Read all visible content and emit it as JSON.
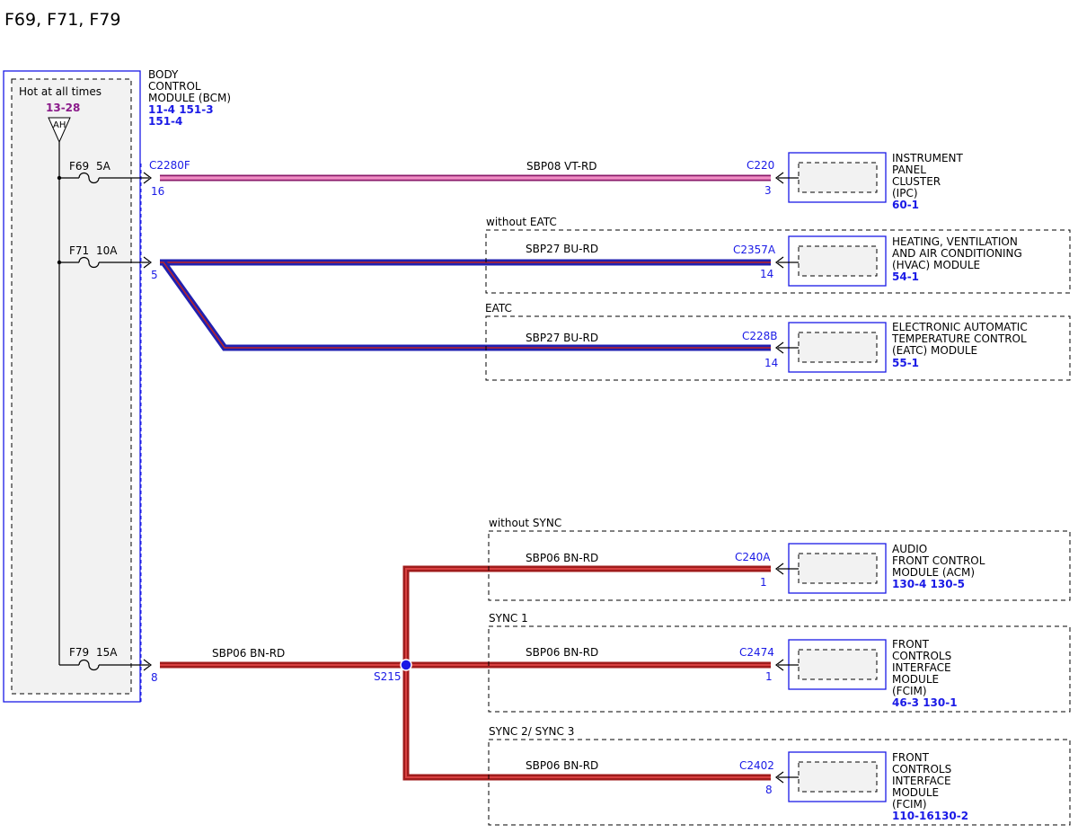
{
  "title": "F69, F71, F79",
  "bcm": {
    "name_lines": [
      "BODY",
      "CONTROL",
      "MODULE (BCM)"
    ],
    "ref_line1": "11-4  151-3",
    "ref_line2": "151-4",
    "hot_label": "Hot at all times",
    "hot_ref": "13-28",
    "bus_tag": "AH"
  },
  "fuses": [
    {
      "id": "F69",
      "rating": "5A"
    },
    {
      "id": "F71",
      "rating": "10A"
    },
    {
      "id": "F79",
      "rating": "15A"
    }
  ],
  "bcm_connector": "C2280F",
  "bcm_pins": {
    "f69": "16",
    "f71": "5",
    "f79": "8"
  },
  "wires": {
    "ipc": "SBP08  VT-RD",
    "hvac": "SBP27  BU-RD",
    "eatc": "SBP27  BU-RD",
    "main79": "SBP06  BN-RD",
    "acm": "SBP06  BN-RD",
    "fcim1": "SBP06  BN-RD",
    "fcim2": "SBP06  BN-RD"
  },
  "splice": "S215",
  "groups": {
    "hvac": "without EATC",
    "eatc": "EATC",
    "acm": "without SYNC",
    "fcim1": "SYNC 1",
    "fcim2": "SYNC 2/ SYNC 3"
  },
  "modules": {
    "ipc": {
      "connector": "C220",
      "pin": "3",
      "name_lines": [
        "INSTRUMENT",
        "PANEL",
        "CLUSTER",
        "(IPC)"
      ],
      "ref": "60-1"
    },
    "hvac": {
      "connector": "C2357A",
      "pin": "14",
      "name_lines": [
        "HEATING, VENTILATION",
        "AND AIR CONDITIONING",
        "(HVAC) MODULE"
      ],
      "ref": "54-1"
    },
    "eatc": {
      "connector": "C228B",
      "pin": "14",
      "name_lines": [
        "ELECTRONIC AUTOMATIC",
        "TEMPERATURE CONTROL",
        "(EATC) MODULE"
      ],
      "ref": "55-1"
    },
    "acm": {
      "connector": "C240A",
      "pin": "1",
      "name_lines": [
        "AUDIO",
        "FRONT CONTROL",
        "MODULE (ACM)"
      ],
      "ref": "130-4 130-5"
    },
    "fcim1": {
      "connector": "C2474",
      "pin": "1",
      "name_lines": [
        "FRONT",
        "CONTROLS",
        "INTERFACE",
        "MODULE",
        "(FCIM)"
      ],
      "ref": "46-3  130-1"
    },
    "fcim2": {
      "connector": "C2402",
      "pin": "8",
      "name_lines": [
        "FRONT",
        "CONTROLS",
        "INTERFACE",
        "MODULE",
        "(FCIM)"
      ],
      "ref": "110-16130-2"
    }
  },
  "colors": {
    "violet_red_wire": "#e0509c",
    "blue_red_wire": "#2020b0",
    "brown_red_wire": "#c02424",
    "module_border": "#1a1ae6",
    "label_blue": "#1a1ae6",
    "ref_purple": "#8a1a8a"
  }
}
